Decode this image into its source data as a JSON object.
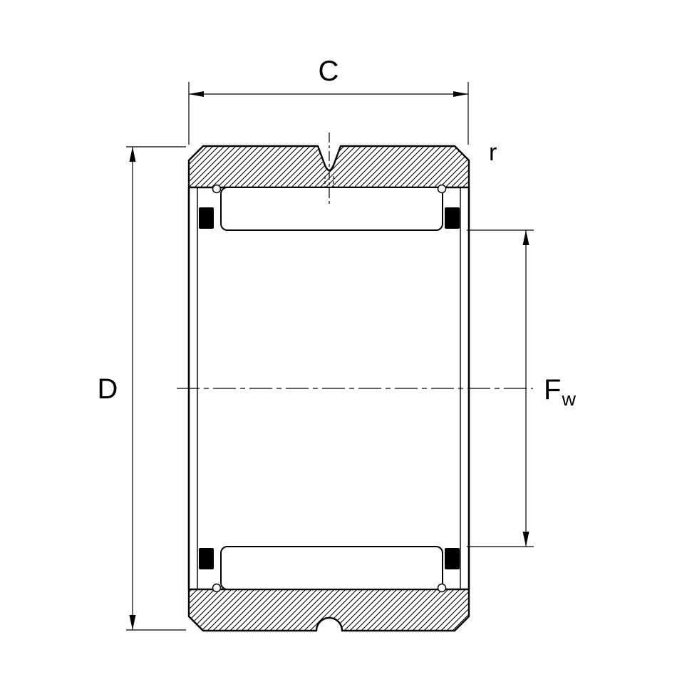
{
  "labels": {
    "dim_c": "C",
    "dim_d": "D",
    "dim_fw_main": "F",
    "dim_fw_sub": "w",
    "dim_r": "r"
  },
  "colors": {
    "line": "#000000",
    "background": "#ffffff",
    "seal_fill": "#000000"
  }
}
